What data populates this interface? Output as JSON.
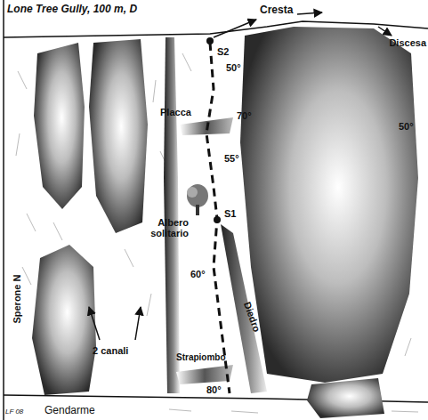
{
  "diagram": {
    "title": "Lone Tree Gully, 100 m, D",
    "labels": [
      "Cresta",
      "Discesa",
      "S2",
      "50°",
      "Placca",
      "70°",
      "55°",
      "Albero solitario",
      "S1",
      "60°",
      "Diedro",
      "Strapiombo",
      "80°",
      "50°",
      "Sperone N",
      "2 canali",
      "Gendarme",
      "LF 08"
    ]
  }
}
